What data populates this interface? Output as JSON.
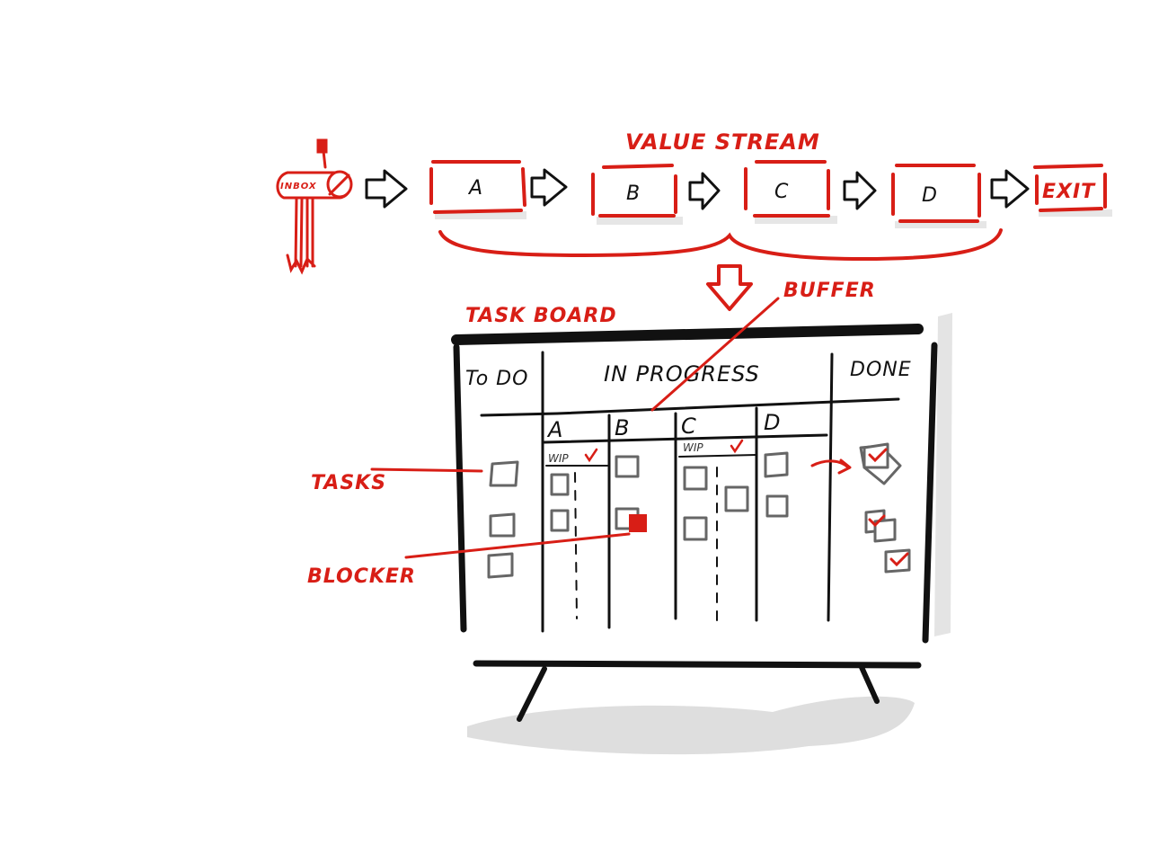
{
  "colors": {
    "accent": "#d81e16",
    "ink": "#111111",
    "shadow": "#dedede",
    "sticky": "#666666"
  },
  "value_stream": {
    "title": "VALUE STREAM",
    "inbox_label": "INBOX",
    "stages": [
      "A",
      "B",
      "C",
      "D"
    ],
    "exit_label": "EXIT"
  },
  "task_board": {
    "title": "TASK BOARD",
    "columns": {
      "todo": "To DO",
      "in_progress": "IN PROGRESS",
      "done": "DONE"
    },
    "sub_columns": [
      "A",
      "B",
      "C",
      "D"
    ],
    "wip_label": "WIP"
  },
  "callouts": {
    "buffer": "BUFFER",
    "tasks": "TASKS",
    "blocker": "BLOCKER"
  }
}
